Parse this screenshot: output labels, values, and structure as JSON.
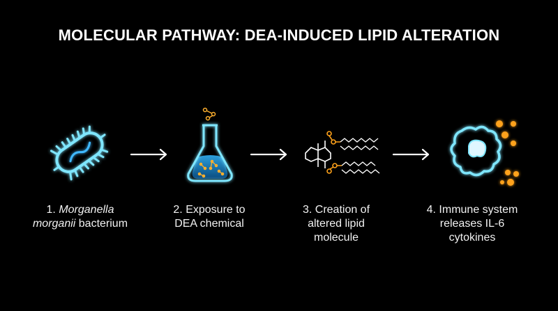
{
  "title": "MOLECULAR PATHWAY: DEA-INDUCED LIPID ALTERATION",
  "colors": {
    "background": "#000000",
    "glow_blue": "#3fd0ff",
    "glow_orange": "#ffa21a",
    "text": "#ffffff"
  },
  "steps": [
    {
      "icon": "bacterium-icon",
      "line1_prefix": "1. ",
      "line1_italic": "Morganella",
      "line2_italic": "morganii",
      "line2_rest": " bacterium"
    },
    {
      "icon": "flask-icon",
      "line1": "2. Exposure to",
      "line2": "DEA chemical"
    },
    {
      "icon": "lipid-molecule-icon",
      "line1": "3. Creation of",
      "line2": "altered lipid",
      "line3": "molecule"
    },
    {
      "icon": "immune-cell-icon",
      "line1": "4. Immune system",
      "line2": "releases IL-6",
      "line3": "cytokines"
    }
  ]
}
